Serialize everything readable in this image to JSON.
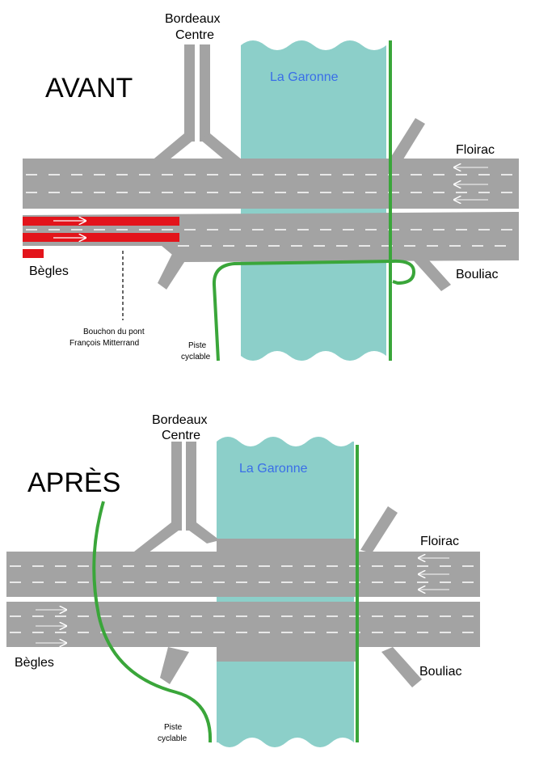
{
  "avant": {
    "title": "AVANT",
    "river": "La Garonne",
    "city_top": [
      "Bordeaux",
      "Centre"
    ],
    "east_top": "Floirac",
    "east_bottom": "Bouliac",
    "west": "Bègles",
    "jam": [
      "Bouchon du pont",
      "François Mitterrand"
    ],
    "bike": [
      "Piste",
      "cyclable"
    ]
  },
  "apres": {
    "title": "APRÈS",
    "river": "La Garonne",
    "city_top": [
      "Bordeaux",
      "Centre"
    ],
    "east_top": "Floirac",
    "east_bottom": "Bouliac",
    "west": "Bègles",
    "bike": [
      "Piste",
      "cyclable"
    ]
  },
  "colors": {
    "road": "#a3a3a3",
    "river": "#8ccfc9",
    "bike_path": "#3aa63a",
    "traffic_jam": "#e3141b",
    "lane_marking": "#ffffff"
  }
}
